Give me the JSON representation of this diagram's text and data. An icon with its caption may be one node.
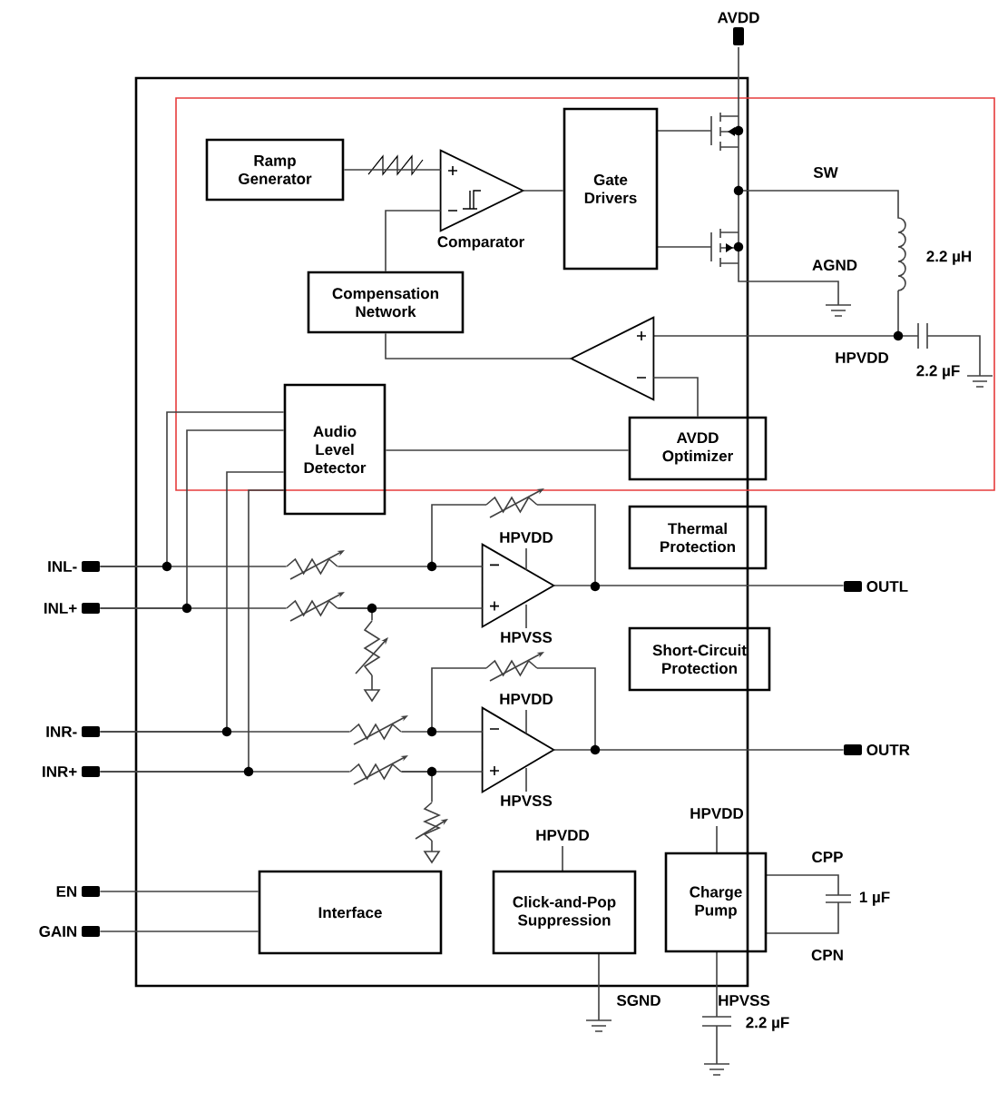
{
  "diagram": {
    "nodes": [
      {
        "text": [
          "AVDD"
        ]
      },
      {
        "text": [
          "Ramp Generator"
        ]
      },
      {
        "text": [],
        "shape": "triangle",
        "beside": [
          "Comparator"
        ]
      },
      {
        "text": [
          "Gate Drivers"
        ]
      },
      {
        "text": [
          "Compensation Network"
        ]
      },
      {
        "text": [],
        "shape": "triangle"
      },
      {
        "text": [
          "Audio Level Detector"
        ]
      },
      {
        "text": [
          "AVDD Optimizer"
        ]
      },
      {
        "text": [
          "Thermal Protection"
        ]
      },
      {
        "text": [
          "Short-Circuit Protection"
        ]
      },
      {
        "text": [
          "INL-"
        ]
      },
      {
        "text": [
          "INL+"
        ]
      },
      {
        "text": [
          "INR-"
        ]
      },
      {
        "text": [
          "INR+"
        ]
      },
      {
        "text": [],
        "shape": "triangle",
        "beside": [
          "HPVDD",
          "HPVSS"
        ]
      },
      {
        "text": [],
        "shape": "triangle",
        "beside": [
          "HPVDD",
          "HPVSS"
        ]
      },
      {
        "text": [
          "OUTL"
        ]
      },
      {
        "text": [
          "OUTR"
        ]
      },
      {
        "text": [
          "EN"
        ]
      },
      {
        "text": [
          "GAIN"
        ]
      },
      {
        "text": [
          "Interface"
        ]
      },
      {
        "text": [
          "Click-and-Pop Suppression"
        ],
        "beside": [
          "HPVDD"
        ]
      },
      {
        "text": [
          "Charge Pump"
        ],
        "beside": [
          "HPVDD"
        ]
      },
      {
        "text": [],
        "shape": "resistor"
      },
      {
        "text": [],
        "shape": "resistor"
      },
      {
        "text": [],
        "shape": "resistor"
      },
      {
        "text": [],
        "shape": "resistor"
      },
      {
        "text": [],
        "shape": "resistor"
      },
      {
        "text": [],
        "shape": "resistor"
      }
    ],
    "edges": [
      {
        "from": 1,
        "to": 2,
        "arrow": "none"
      },
      {
        "from": 2,
        "to": 3,
        "arrow": "none"
      },
      {
        "from": 4,
        "to": 2,
        "arrow": "none"
      },
      {
        "from": 5,
        "to": 4,
        "arrow": "none"
      },
      {
        "from": 7,
        "to": 5,
        "arrow": "none"
      },
      {
        "from": 6,
        "to": 7,
        "arrow": "none"
      },
      {
        "from": 10,
        "to": 6,
        "arrow": "none"
      },
      {
        "from": 11,
        "to": 6,
        "arrow": "none"
      },
      {
        "from": 12,
        "to": 6,
        "arrow": "none"
      },
      {
        "from": 13,
        "to": 6,
        "arrow": "none"
      },
      {
        "from": 10,
        "to": 23,
        "arrow": "none"
      },
      {
        "from": 23,
        "to": 14,
        "arrow": "none"
      },
      {
        "from": 11,
        "to": 24,
        "arrow": "none"
      },
      {
        "from": 24,
        "to": 14,
        "arrow": "none"
      },
      {
        "from": 24,
        "to": 25,
        "arrow": "none"
      },
      {
        "from": 12,
        "to": 26,
        "arrow": "none"
      },
      {
        "from": 26,
        "to": 15,
        "arrow": "none"
      },
      {
        "from": 13,
        "to": 27,
        "arrow": "none"
      },
      {
        "from": 27,
        "to": 15,
        "arrow": "none"
      },
      {
        "from": 27,
        "to": 28,
        "arrow": "none"
      },
      {
        "from": 14,
        "to": 16,
        "arrow": "none"
      },
      {
        "from": 15,
        "to": 17,
        "arrow": "none"
      },
      {
        "from": 18,
        "to": 20,
        "arrow": "none"
      },
      {
        "from": 19,
        "to": 20,
        "arrow": "none"
      }
    ],
    "labels": [
      "SW",
      "AGND",
      "2.2 µH",
      "HPVDD",
      "2.2 µF",
      "CPP",
      "1 µF",
      "CPN",
      "SGND",
      "HPVSS",
      "2.2 µF"
    ]
  }
}
